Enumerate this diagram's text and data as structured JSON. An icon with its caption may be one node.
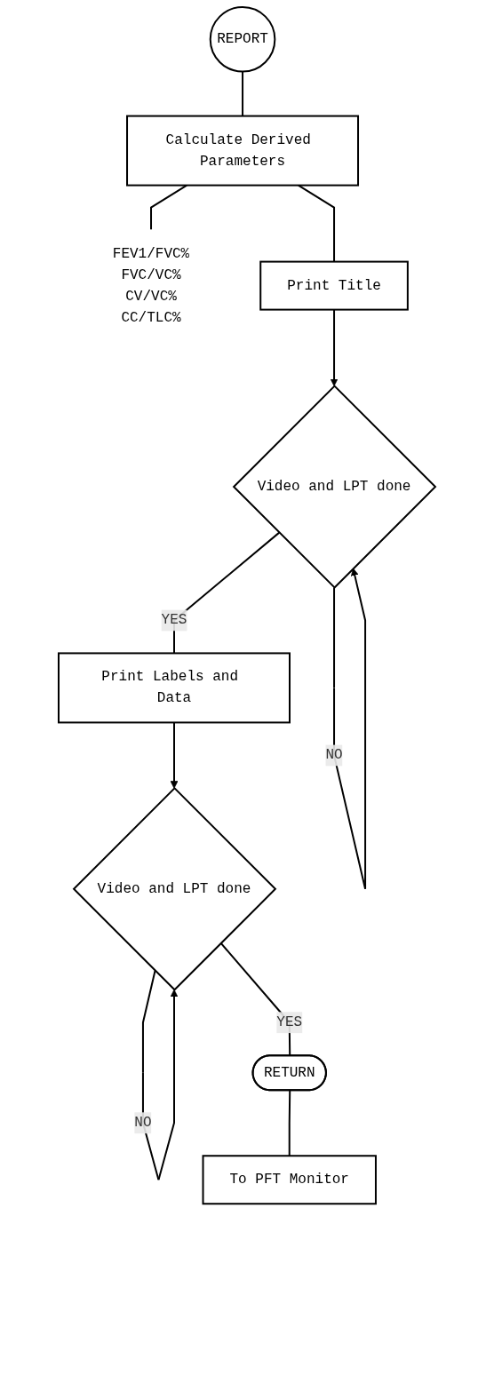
{
  "diagram": {
    "nodes": [
      {
        "text": [
          "REPORT"
        ]
      },
      {
        "text": [
          "Calculate Derived Parameters"
        ]
      },
      {
        "text": [
          "FEV1/FVC%",
          "FVC/VC%",
          "CV/VC%",
          "CC/TLC%"
        ]
      },
      {
        "text": [
          "Print Title"
        ]
      },
      {
        "text": [
          "Video and LPT done"
        ]
      },
      {
        "text": [
          "Print Labels and Data"
        ]
      },
      {
        "text": [
          "Video and LPT done"
        ]
      },
      {
        "text": [
          "RETURN"
        ]
      },
      {
        "text": [
          "To PFT Monitor"
        ]
      }
    ],
    "edges": [
      {
        "from": 0,
        "to": 1,
        "arrow": "none"
      },
      {
        "from": 1,
        "to": 2,
        "arrow": "none"
      },
      {
        "from": 1,
        "to": 3,
        "arrow": "none"
      },
      {
        "from": 3,
        "to": 4,
        "arrow": "to"
      },
      {
        "from": 4,
        "to": 4,
        "arrow": "to",
        "label": "NO"
      },
      {
        "from": 4,
        "to": 5,
        "arrow": "none",
        "label": "YES"
      },
      {
        "from": 5,
        "to": 6,
        "arrow": "to"
      },
      {
        "from": 6,
        "to": 6,
        "arrow": "to",
        "label": "NO"
      },
      {
        "from": 6,
        "to": 7,
        "arrow": "none",
        "label": "YES"
      },
      {
        "from": 7,
        "to": 8,
        "arrow": "none"
      }
    ]
  }
}
